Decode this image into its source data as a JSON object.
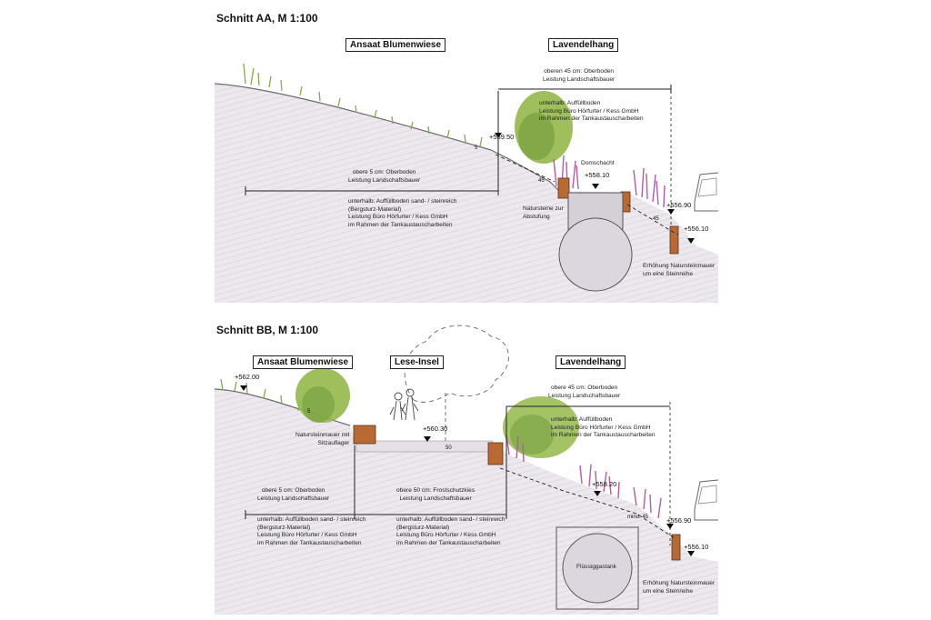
{
  "section_aa": {
    "title": "Schnitt AA, M 1:100",
    "zone_left": "Ansaat Blumenwiese",
    "zone_right": "Lavendelhang",
    "note_topsoil_right": "oberen 45 cm: Oberboden\nLeistung Landschaftsbauer",
    "note_fill_right": "unterhalb: Auffüllboden\nLeistung Büro Hörfurter / Kess GmbH\nim Rahmen der Tankaustauscharbeiten",
    "note_topsoil_left": "obere 5 cm: Oberboden\nLeistung Landschaftsbauer",
    "note_fill_left": "unterhalb: Auffüllboden sand- / steinreich\n(Bergsturz-Material)\nLeistung Büro Hörfurter / Kess GmbH\nim Rahmen der Tankaustauscharbeiten",
    "note_stones": "Natursteine zur\nAbstufung",
    "domschacht_label": "Domschacht",
    "elev_domschacht": "+558.10",
    "elev_slope": "+559.50",
    "elev_wall_top": "+556.90",
    "elev_wall_base": "+556.10",
    "dim_5": "5",
    "dim_45_a": "45",
    "dim_45_b": "45",
    "note_wall": "Erhöhung Natursteinmauer\num eine Steinreihe"
  },
  "section_bb": {
    "title": "Schnitt BB, M 1:100",
    "zone_left": "Ansaat Blumenwiese",
    "zone_mid": "Lese-Insel",
    "zone_right": "Lavendelhang",
    "elev_top": "+562.00",
    "elev_island": "+560.30",
    "elev_slope": "+558.20",
    "elev_wall_top": "+556.90",
    "elev_wall_base": "+556.10",
    "note_wall_seat": "Natursteinmauer mit\nSitzauflager",
    "note_topsoil_right": "obere 45 cm: Oberboden\nLeistung Landschaftsbauer",
    "note_fill_right": "unterhalb: Auffüllboden\nLeistung Büro Hörfurter / Kess GmbH\nim Rahmen der Tankaustauscharbeiten",
    "note_topsoil_left": "obere 5 cm: Oberboden\nLeistung Landschaftsbauer",
    "note_frost": "obere 50 cm: Frostschutzkies\nLeistung Landschaftsbauer",
    "note_fill_left": "unterhalb: Auffüllboden sand- / steinreich\n(Bergsturz-Material)\nLeistung Büro Hörfurter / Kess GmbH\nim Rahmen der Tankaustauscharbeiten",
    "note_fill_mid": "unterhalb: Auffüllboden sand- / steinreich\n(Bergsturz-Material)\nLeistung Büro Hörfurter / Kess GmbH\nim Rahmen der Tankaustauscharbeiten",
    "tank_label": "Flüssiggastank",
    "dim_5": "5",
    "dim_50": "50",
    "dim_45": "mind. 45",
    "note_wall": "Erhöhung Natursteinmauer\num eine Steinreihe"
  },
  "colors": {
    "ground": "#ece8ee",
    "ground_dark": "#cfc9d3",
    "grass": "#7fae4a",
    "shrub": "#93b84a",
    "lavender": "#b85aa5",
    "stone": "#b86a32",
    "line": "#222222"
  }
}
